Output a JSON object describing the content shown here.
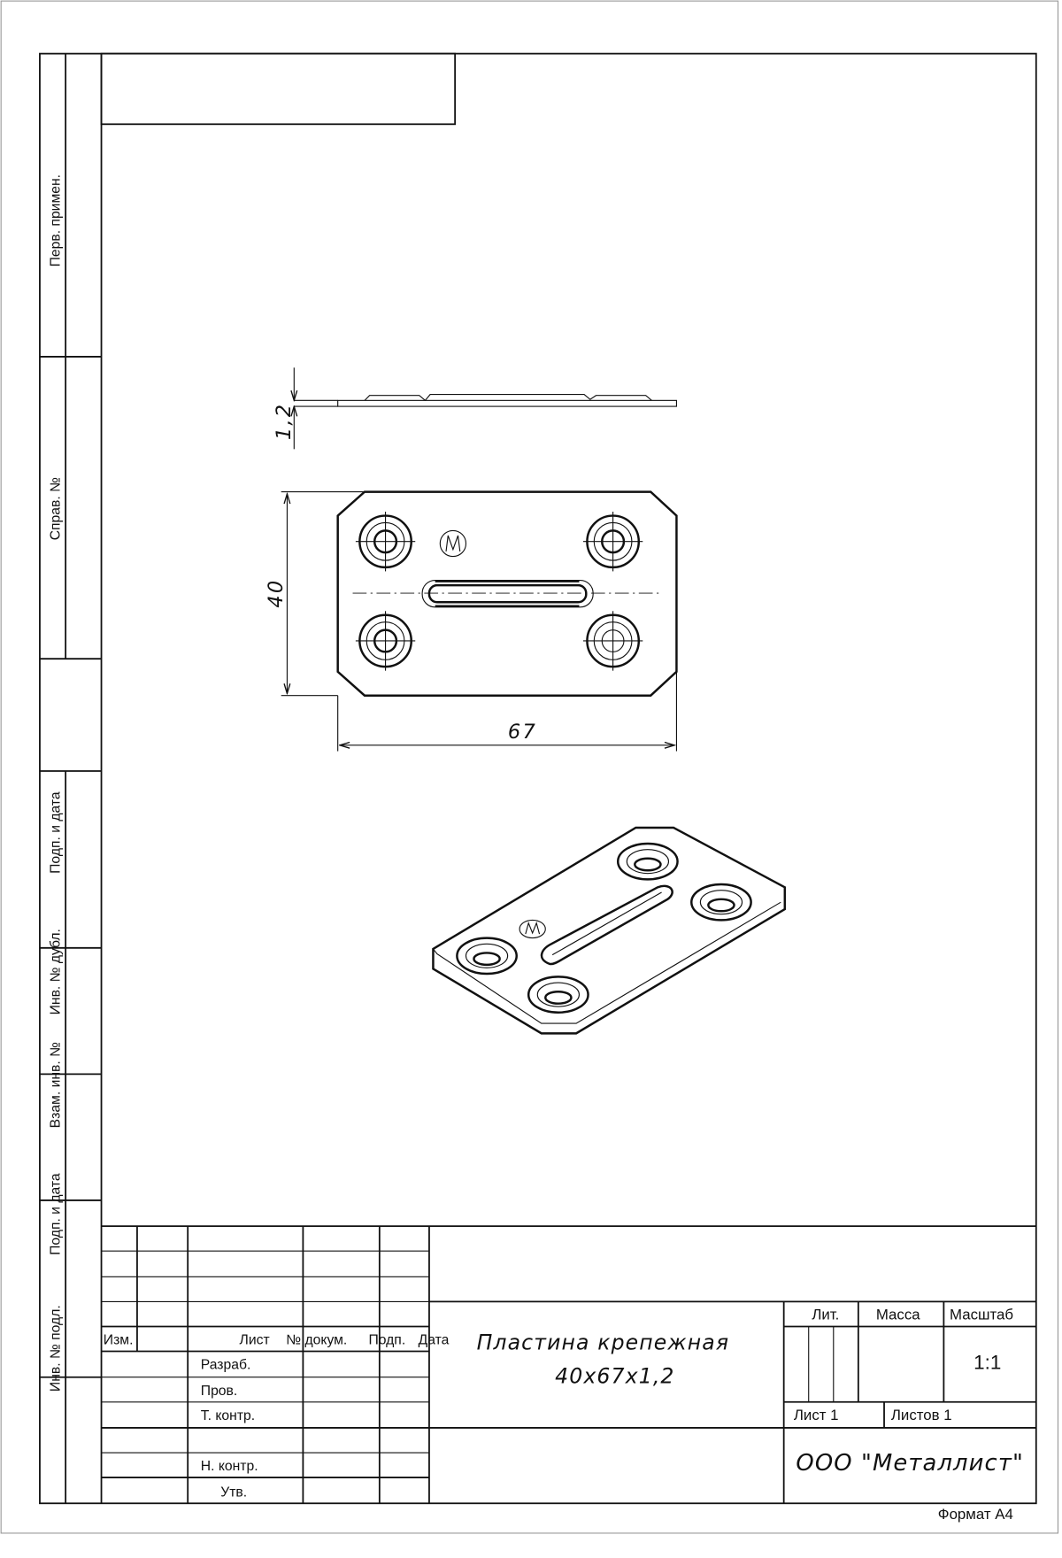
{
  "side_stamps": [
    "Перв. примен.",
    "Справ. №",
    "Подп. и дата",
    "Инв. № дубл.",
    "Взам. инв. №",
    "Подп. и дата",
    "Инв. № подл."
  ],
  "dimensions": {
    "thickness": "1,2",
    "height": "40",
    "width": "67"
  },
  "logo_letter": "M",
  "title_block": {
    "headers": {
      "izm": "Изм.",
      "list": "Лист",
      "doc_no": "№ докум.",
      "sign": "Подп.",
      "date": "Дата"
    },
    "roles": {
      "developed": "Разраб.",
      "checked": "Пров.",
      "tech_control": "Т. контр.",
      "norm_control": "Н. контр.",
      "approved": "Утв."
    },
    "name_line1": "Пластина крепежная",
    "name_line2": "40x67x1,2",
    "lit_label": "Лит.",
    "mass_label": "Масса",
    "scale_label": "Масштаб",
    "scale_value": "1:1",
    "sheet": "Лист 1",
    "sheets": "Листов 1",
    "company": "ООО \"Металлист\"",
    "format": "Формат А4"
  }
}
